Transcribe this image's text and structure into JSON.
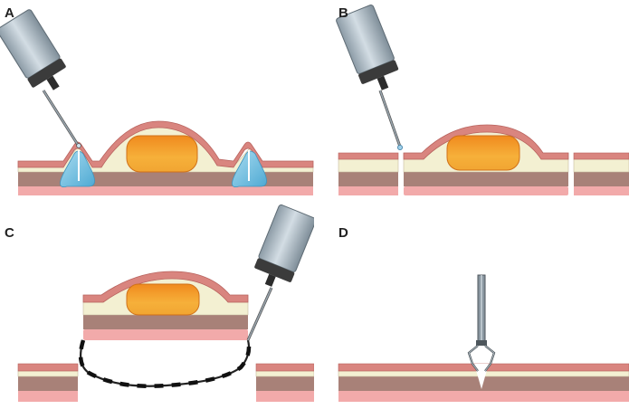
{
  "panels": [
    {
      "label": "A"
    },
    {
      "label": "B"
    },
    {
      "label": "C"
    },
    {
      "label": "D"
    }
  ],
  "colors": {
    "mucosa": "#d9857f",
    "mucosa_dark": "#b8635e",
    "submucosa": "#f3f0d2",
    "muscle": "#a88178",
    "serosa": "#f2aaaa",
    "lesion": "#f4a22a",
    "lesion_dark": "#e07a18",
    "injection": "#78c2e2",
    "instrument_body": "#a9b9c4",
    "instrument_cap": "#3b3b3b",
    "snare": "#222222"
  }
}
